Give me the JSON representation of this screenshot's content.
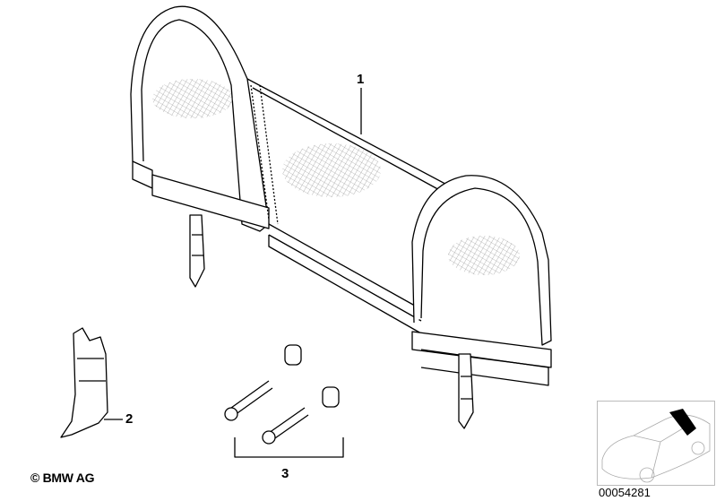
{
  "callouts": {
    "part1": "1",
    "part2": "2",
    "part3": "3"
  },
  "copyright": "© BMW AG",
  "diagram_number": "00054281",
  "colors": {
    "line": "#000000",
    "mesh": "#999999",
    "highlight": "#000000"
  }
}
